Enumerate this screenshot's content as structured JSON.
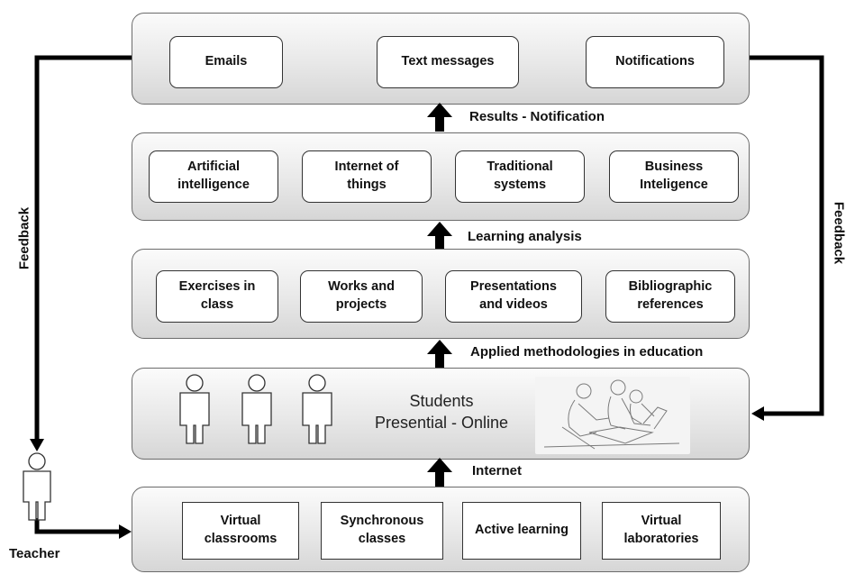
{
  "layers": {
    "notification": {
      "items": [
        "Emails",
        "Text messages",
        "Notifications"
      ]
    },
    "analysis": {
      "items": [
        "Artificial\nintelligence",
        "Internet of\nthings",
        "Traditional\nsystems",
        "Business\nInteligence"
      ]
    },
    "methodology": {
      "items": [
        "Exercises in\nclass",
        "Works and\nprojects",
        "Presentations\nand videos",
        "Bibliographic\nreferences"
      ]
    },
    "students": {
      "line1": "Students",
      "line2": "Presential - Online",
      "photo_icon": "students-studying-sketch"
    },
    "teaching": {
      "items": [
        "Virtual\nclassrooms",
        "Synchronous\nclasses",
        "Active learning",
        "Virtual\nlaboratories"
      ]
    }
  },
  "arrow_labels": {
    "results": "Results - Notification",
    "learning": "Learning analysis",
    "applied": "Applied methodologies  in education",
    "internet": "Internet"
  },
  "feedback_left": "Feedback",
  "feedback_right": "Feedback",
  "teacher": "Teacher",
  "colors": {
    "line": "#000000",
    "layer_border": "#6b6b6b",
    "box_border": "#333333"
  }
}
